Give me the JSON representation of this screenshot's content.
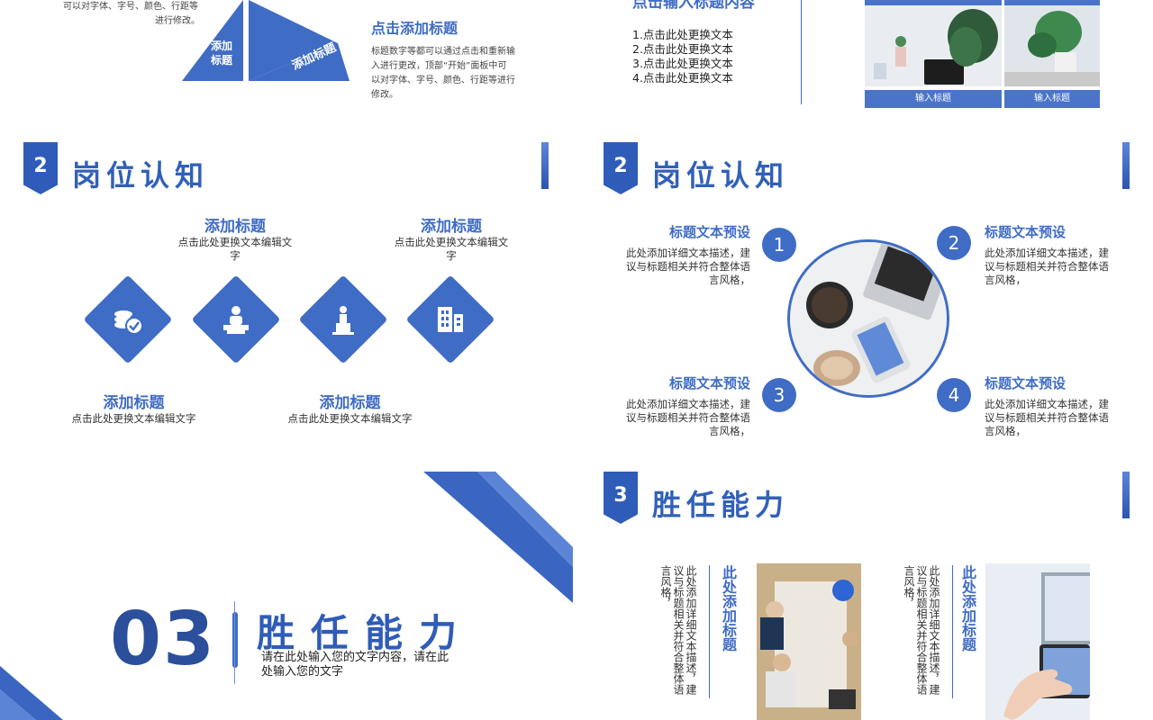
{
  "top_left": {
    "desc_fragment_a": "可以对字体、字号、颜色、行距等",
    "desc_fragment_b": "进行修改。",
    "triangle_left_label_1": "添加",
    "triangle_left_label_2": "标题",
    "triangle_right_label": "添加标题",
    "heading": "点击添加标题",
    "desc": "标题数字等都可以通过点击和重新输入进行更改，顶部“开始”面板中可以对字体、字号、颜色、行距等进行修改。"
  },
  "top_right": {
    "heading_partial": "点击输入标题内容",
    "list": [
      "1.点击此处更换文本",
      "2.点击此处更换文本",
      "3.点击此处更换文本",
      "4.点击此处更换文本"
    ],
    "captions": [
      "输入标题",
      "输入标题"
    ]
  },
  "slide_a": {
    "number": "2",
    "title": "岗位认知",
    "items_top": [
      {
        "title": "添加标题",
        "desc": "点击此处更换文本编辑文字"
      },
      {
        "title": "添加标题",
        "desc": "点击此处更换文本编辑文字"
      }
    ],
    "items_bottom": [
      {
        "title": "添加标题",
        "desc": "点击此处更换文本编辑文字"
      },
      {
        "title": "添加标题",
        "desc": "点击此处更换文本编辑文字"
      }
    ],
    "icons": [
      "coins-check-icon",
      "speaker-podium-icon",
      "award-podium-icon",
      "office-building-icon"
    ]
  },
  "slide_b": {
    "number": "2",
    "title": "岗位认知",
    "items": [
      {
        "num": "1",
        "title": "标题文本预设",
        "desc": "此处添加详细文本描述，建议与标题相关并符合整体语言风格，"
      },
      {
        "num": "2",
        "title": "标题文本预设",
        "desc": "此处添加详细文本描述，建议与标题相关并符合整体语言风格，"
      },
      {
        "num": "3",
        "title": "标题文本预设",
        "desc": "此处添加详细文本描述，建议与标题相关并符合整体语言风格，"
      },
      {
        "num": "4",
        "title": "标题文本预设",
        "desc": "此处添加详细文本描述，建议与标题相关并符合整体语言风格，"
      }
    ]
  },
  "slide_c": {
    "number": "03",
    "title": "胜任能力",
    "desc": "请在此处输入您的文字内容，请在此处输入您的文字"
  },
  "slide_d": {
    "number": "3",
    "title": "胜任能力",
    "blocks": [
      {
        "title": "此处添加标题",
        "desc": "此处添加详细文本描述，建议与标题相关并符合整体语言风格，"
      },
      {
        "title": "此处添加标题",
        "desc": "此处添加详细文本描述，建议与标题相关并符合整体语言风格，"
      }
    ]
  },
  "colors": {
    "accent": "#3f6cc4",
    "dark": "#2c55b0"
  }
}
